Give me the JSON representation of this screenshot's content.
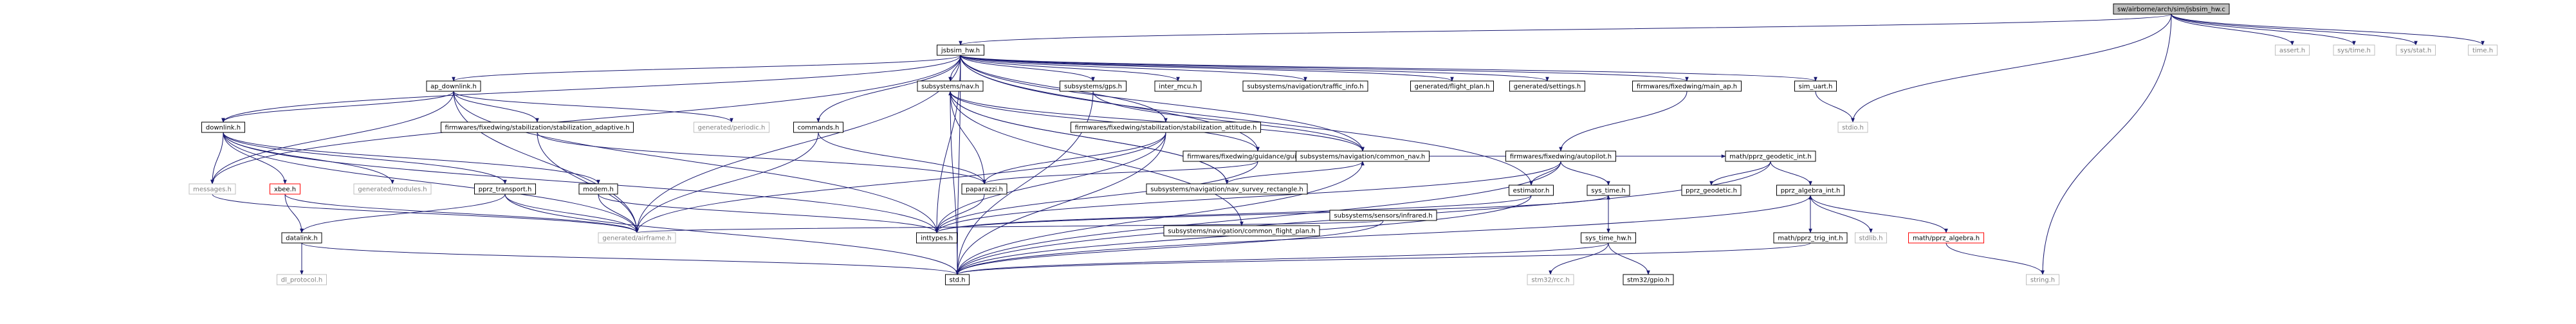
{
  "colors": {
    "edge": "#191970",
    "node_fill": "#ffffff",
    "node_stroke": "#000000",
    "node_text": "#000000",
    "ext_stroke": "#bfbfbf",
    "ext_text": "#7f7f7f",
    "root_fill": "#bfbfbf",
    "missing_stroke": "#ff0000"
  },
  "nodes": {
    "root": "sw/airborne/arch/sim/jsbsim_hw.c",
    "jsbsim_hw": "jsbsim_hw.h",
    "assert": "assert.h",
    "systime": "sys/time.h",
    "sysstat": "sys/stat.h",
    "time": "time.h",
    "ap_downlink": "ap_downlink.h",
    "subsystems_nav": "subsystems/nav.h",
    "subsystems_gps": "subsystems/gps.h",
    "inter_mcu": "inter_mcu.h",
    "traffic_info": "subsystems/navigation/traffic_info.h",
    "flight_plan": "generated/flight_plan.h",
    "settings": "generated/settings.h",
    "main_ap": "firmwares/fixedwing/main_ap.h",
    "sim_uart": "sim_uart.h",
    "stdio": "stdio.h",
    "downlink": "downlink.h",
    "stab_adaptive": "firmwares/fixedwing/stabilization/stabilization_adaptive.h",
    "periodic": "generated/periodic.h",
    "commands": "commands.h",
    "stab_attitude": "firmwares/fixedwing/stabilization/stabilization_attitude.h",
    "guidance_v": "firmwares/fixedwing/guidance/guidance_v.h",
    "nav_survey_rect": "subsystems/navigation/nav_survey_rectangle.h",
    "common_nav": "subsystems/navigation/common_nav.h",
    "autopilot": "firmwares/fixedwing/autopilot.h",
    "pprz_geodetic_int": "math/pprz_geodetic_int.h",
    "messages": "messages.h",
    "xbee": "xbee.h",
    "modules": "generated/modules.h",
    "pprz_transport": "pprz_transport.h",
    "modem": "modem.h",
    "paparazzi": "paparazzi.h",
    "common_flight_plan": "subsystems/navigation/common_flight_plan.h",
    "infrared": "subsystems/sensors/infrared.h",
    "estimator": "estimator.h",
    "sys_time": "sys_time.h",
    "pprz_geodetic": "pprz_geodetic.h",
    "pprz_algebra_int": "pprz_algebra_int.h",
    "airframe": "generated/airframe.h",
    "inttypes": "inttypes.h",
    "datalink": "datalink.h",
    "sys_time_hw": "sys_time_hw.h",
    "pprz_trig_int": "math/pprz_trig_int.h",
    "stdlib": "stdlib.h",
    "pprz_algebra": "math/pprz_algebra.h",
    "dl_protocol": "dl_protocol.h",
    "std": "std.h",
    "stm32_rcc": "stm32/rcc.h",
    "stm32_gpio": "stm32/gpio.h",
    "string": "string.h"
  }
}
